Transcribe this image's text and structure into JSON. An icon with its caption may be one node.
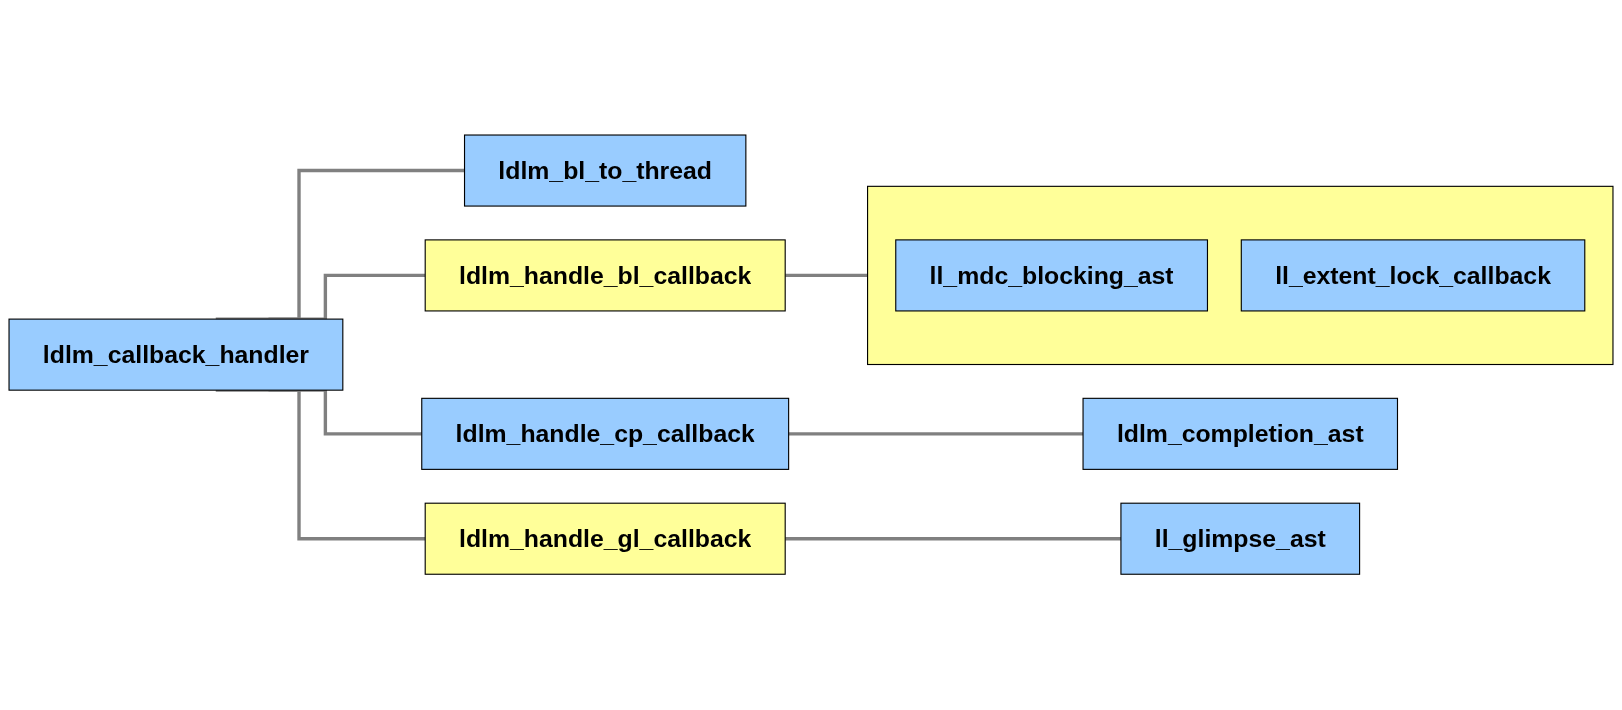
{
  "diagram": {
    "nodes": [
      {
        "text": [
          "ldlm_callback_handler"
        ]
      },
      {
        "text": [
          "ldlm_bl_to_thread"
        ]
      },
      {
        "text": [
          "ldlm_handle_bl_callback"
        ]
      },
      {
        "text": [],
        "shape": "box"
      },
      {
        "text": [
          "ll_mdc_blocking_ast"
        ],
        "in": 3
      },
      {
        "text": [
          "ll_extent_lock_callback"
        ],
        "in": 3
      },
      {
        "text": [
          "ldlm_handle_cp_callback"
        ]
      },
      {
        "text": [
          "ldlm_completion_ast"
        ]
      },
      {
        "text": [
          "ldlm_handle_gl_callback"
        ]
      },
      {
        "text": [
          "ll_glimpse_ast"
        ]
      }
    ],
    "edges": [
      {
        "from": 0,
        "to": 1,
        "arrow": "none"
      },
      {
        "from": 0,
        "to": 2,
        "arrow": "none"
      },
      {
        "from": 2,
        "to": 3,
        "arrow": "none"
      },
      {
        "from": 0,
        "to": 6,
        "arrow": "none"
      },
      {
        "from": 6,
        "to": 7,
        "arrow": "none"
      },
      {
        "from": 0,
        "to": 8,
        "arrow": "none"
      },
      {
        "from": 8,
        "to": 9,
        "arrow": "none"
      }
    ]
  }
}
